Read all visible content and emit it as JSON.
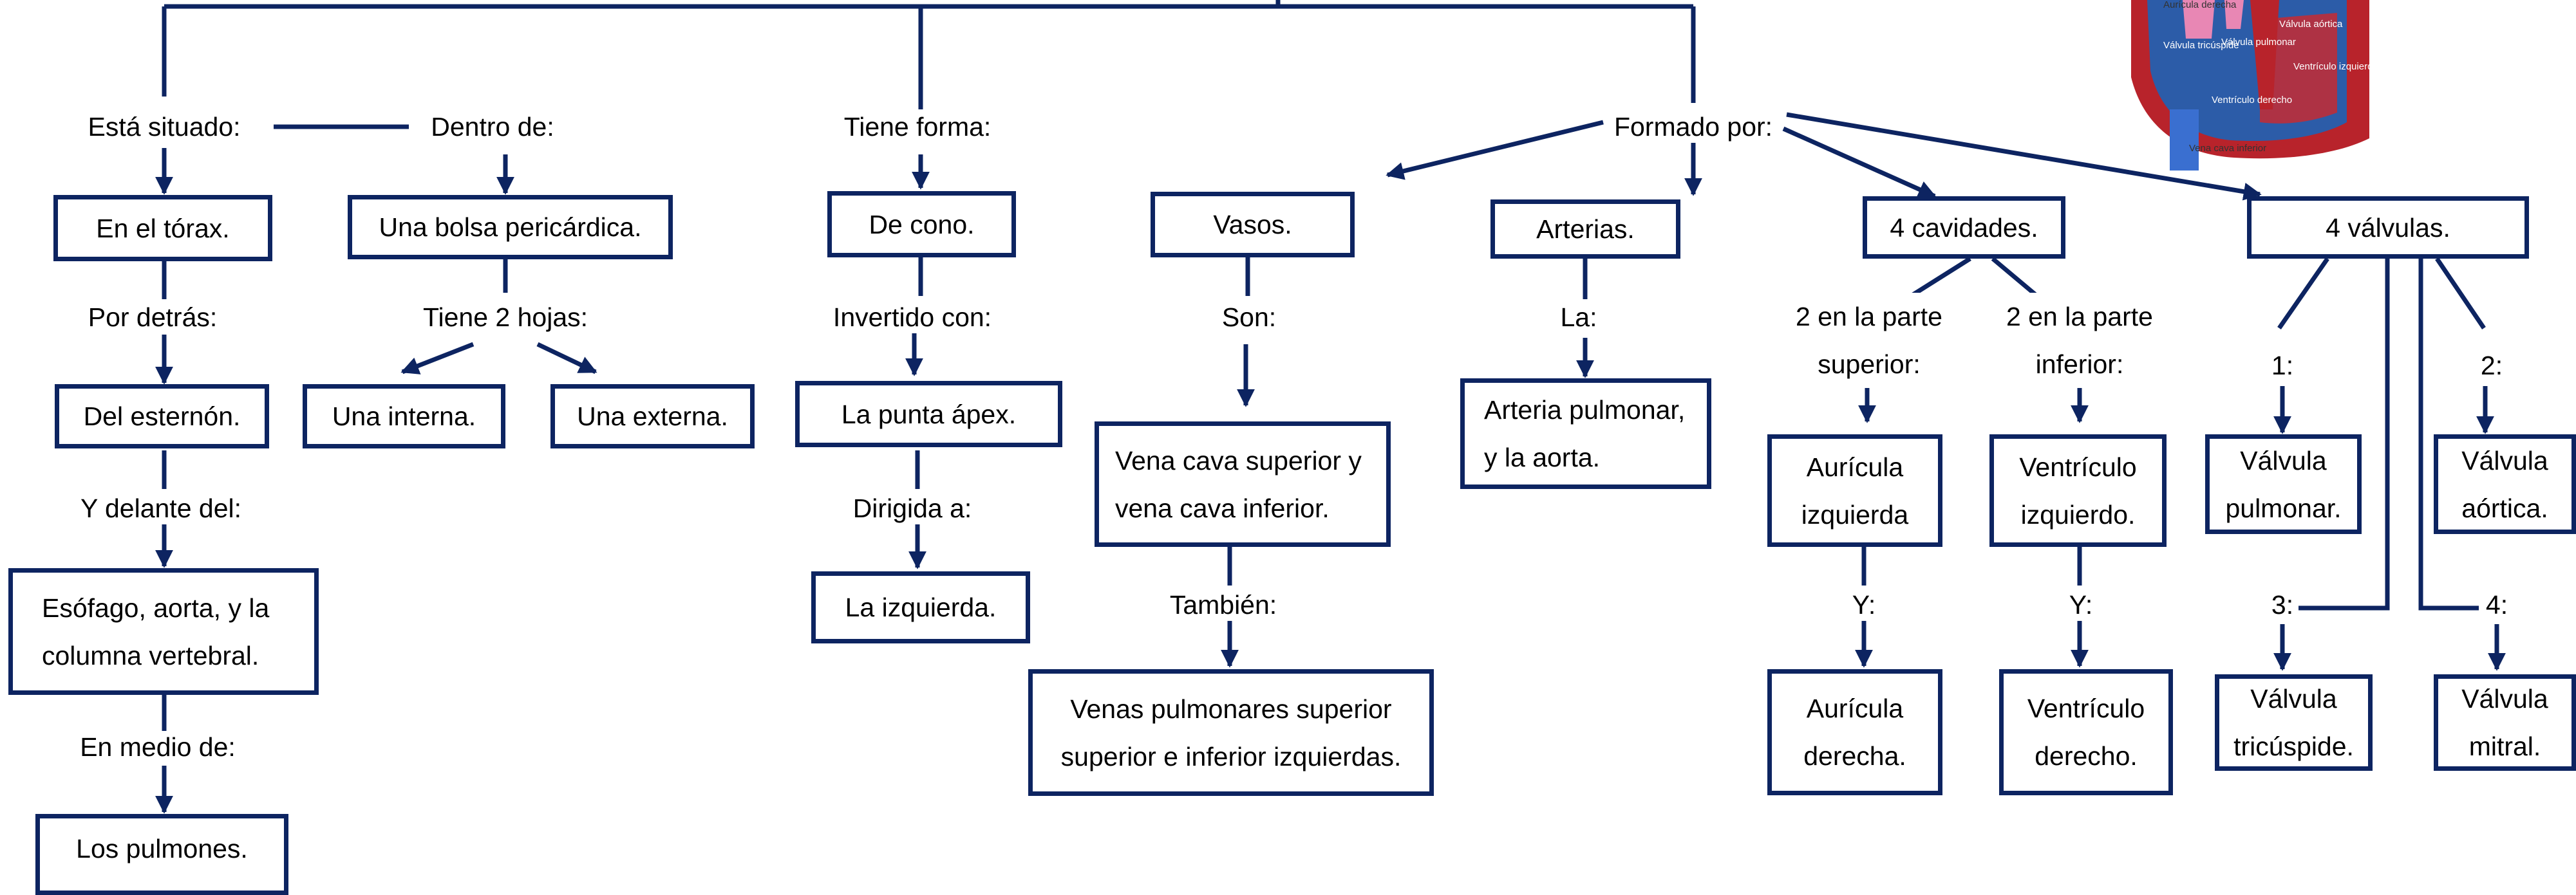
{
  "connectors": {
    "esta_situado": "Está situado:",
    "dentro_de": "Dentro de:",
    "por_detras": "Por detrás:",
    "tiene_2_hojas": "Tiene 2 hojas:",
    "y_delante_del": "Y delante del:",
    "en_medio_de": "En medio de:",
    "tiene_forma": "Tiene forma:",
    "invertido_con": "Invertido con:",
    "dirigida_a": "Dirigida a:",
    "formado_por": "Formado por:",
    "son": "Son:",
    "tambien": "También:",
    "la": "La:",
    "parte_superior": "2 en la parte superior:",
    "parte_inferior": "2 en la parte inferior:",
    "y_left": "Y:",
    "y_right": "Y:",
    "v1": "1:",
    "v2": "2:",
    "v3": "3:",
    "v4": "4:"
  },
  "boxes": {
    "torax": "En el tórax.",
    "bolsa": "Una bolsa pericárdica.",
    "esternon": "Del esternón.",
    "interna": "Una interna.",
    "externa": "Una externa.",
    "esofago": "Esófago, aorta, y la columna vertebral.",
    "pulmones": "Los pulmones.",
    "cono": "De cono.",
    "punta": "La punta ápex.",
    "izquierda": "La izquierda.",
    "vasos": "Vasos.",
    "vena_cava": "Vena cava superior y vena cava inferior.",
    "venas_pulmonares": "Venas pulmonares superior superior e inferior izquierdas.",
    "arterias": "Arterias.",
    "arteria_pulmonar": "Arteria pulmonar, y la aorta.",
    "cavidades": "4 cavidades.",
    "auricula_izq": "Aurícula izquierda",
    "auricula_der": "Aurícula derecha.",
    "ventriculo_izq": "Ventrículo izquierdo.",
    "ventriculo_der": "Ventrículo derecho.",
    "valvulas": "4 válvulas.",
    "valvula_pulmonar": "Válvula pulmonar.",
    "valvula_aortica": "Válvula aórtica.",
    "valvula_tricuspide": "Válvula tricúspide.",
    "valvula_mitral": "Válvula mitral."
  },
  "heart_image": {
    "labels": [
      "Aurícula derecha",
      "Válvula tricúspide",
      "Válvula pulmonar",
      "Válvula aórtica",
      "Ventrículo izquierdo",
      "Ventrículo derecho",
      "Vena cava inferior"
    ]
  },
  "colors": {
    "line": "#0d2461",
    "box_border": "#0d2461",
    "background": "#ffffff"
  }
}
